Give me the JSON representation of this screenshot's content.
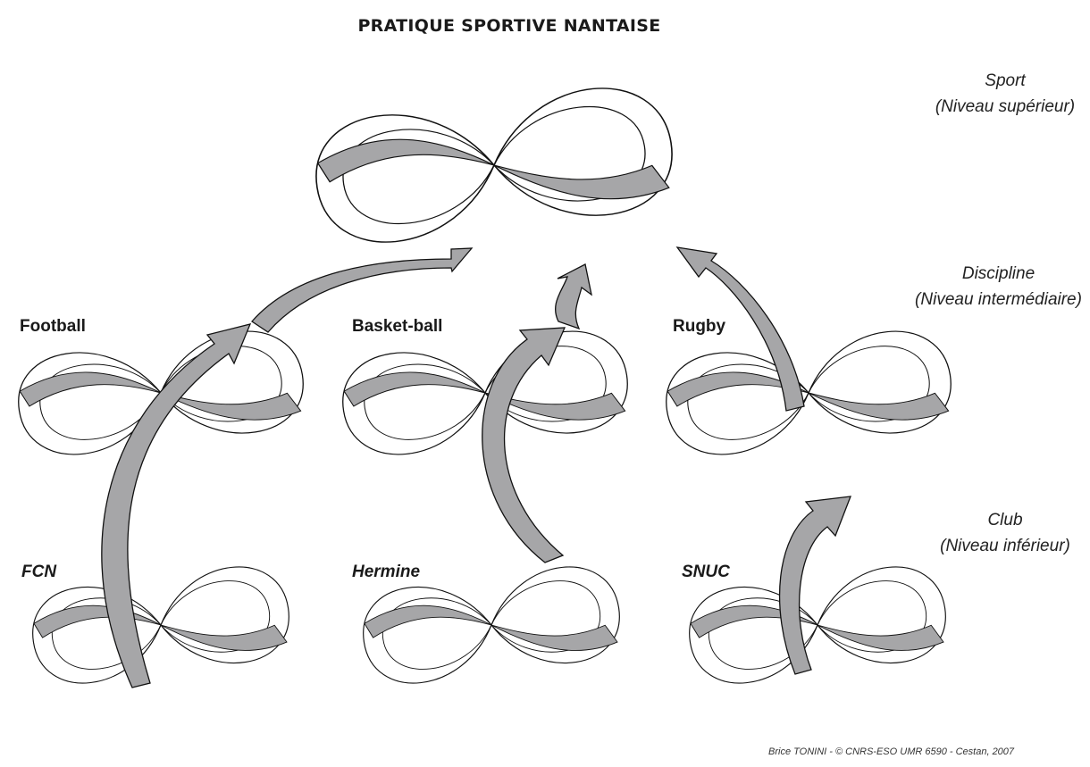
{
  "title": "PRATIQUE SPORTIVE NANTAISE",
  "levels": {
    "sport": {
      "name": "Sport",
      "detail": "(Niveau supérieur)"
    },
    "discipline": {
      "name": "Discipline",
      "detail": "(Niveau intermédiaire)"
    },
    "club": {
      "name": "Club",
      "detail": "(Niveau inférieur)"
    }
  },
  "disciplines": [
    "Football",
    "Basket-ball",
    "Rugby"
  ],
  "clubs": [
    "FCN",
    "Hermine",
    "SNUC"
  ],
  "credit": "Brice TONINI - © CNRS-ESO UMR 6590 - Cestan, 2007",
  "colors": {
    "band": "#a6a6a8",
    "stroke": "#111111",
    "paper": "#ffffff"
  }
}
